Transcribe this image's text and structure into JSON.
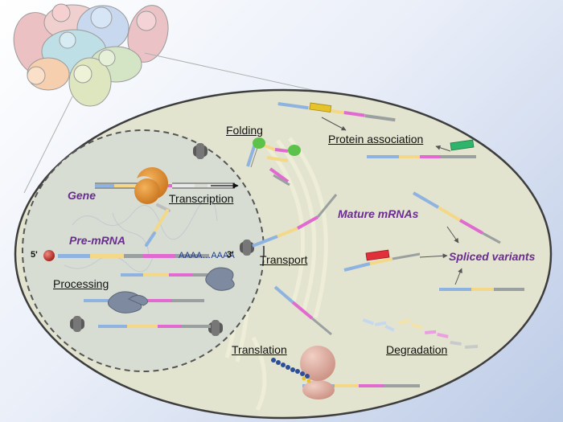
{
  "labels": {
    "gene": "Gene",
    "transcription": "Transcription",
    "pre_mrna": "Pre-mRNA",
    "five_prime": "5'",
    "poly_a": "AAAA…AAAA",
    "three_prime": "3'",
    "processing": "Processing",
    "folding": "Folding",
    "protein_association": "Protein association",
    "mature_mrnas": "Mature mRNAs",
    "transport": "Transport",
    "spliced_variants": "Spliced variants",
    "translation": "Translation",
    "degradation": "Degradation"
  },
  "colors": {
    "exon_blue": "#8fb3e0",
    "exon_yellow": "#f3d88a",
    "exon_pink": "#e06ad0",
    "exon_gray": "#9aa0a0",
    "cell_fill": "#e3e4cf",
    "cell_edge": "#3d3d3d",
    "label_purple": "#6a2c91",
    "polymerase": "#d98a2a",
    "ribosome": "#d9a89a",
    "rbp_green": "#5cc24a",
    "rbp_yellow": "#e5c32a",
    "rbp_red": "#e0303a",
    "rbp_teal": "#2fb56b",
    "spliceosome": "#7e8aa0",
    "pore": "#5a5a5a",
    "cap": "#c8302a"
  }
}
